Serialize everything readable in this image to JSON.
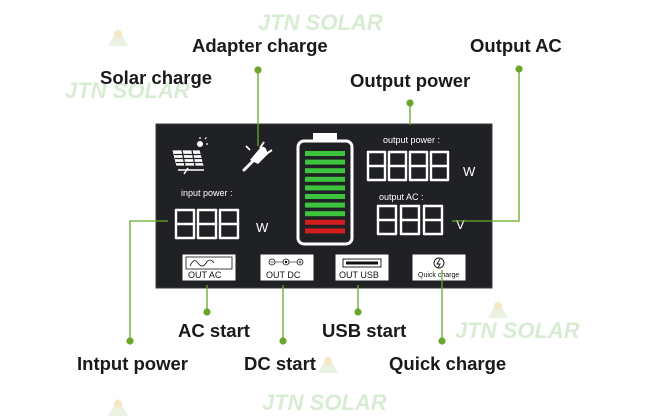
{
  "watermark": {
    "brand": "JTN SOLAR"
  },
  "labels": {
    "solar_charge": "Solar charge",
    "adapter_charge": "Adapter charge",
    "output_power": "Output power",
    "output_ac": "Output AC",
    "ac_start": "AC start",
    "dc_start": "DC start",
    "usb_start": "USB start",
    "quick_charge": "Quick charge",
    "input_power": "Intput power"
  },
  "display": {
    "input_power_caption": "input power :",
    "input_power_digits": "888",
    "input_power_unit": "W",
    "output_power_caption": "output power :",
    "output_power_digits": "8888",
    "output_power_unit": "W",
    "output_ac_caption": "output AC :",
    "output_ac_digits": "888",
    "output_ac_unit": "V",
    "battery_bars_green": 8,
    "battery_bars_red": 2
  },
  "buttons": {
    "out_ac": "OUT AC",
    "out_dc": "OUT DC",
    "out_usb": "OUT USB",
    "quick_charge": "Quick charge"
  },
  "colors": {
    "panel": "#202124",
    "leader": "#6aa629",
    "battery_green": "#3ec33e",
    "battery_red": "#d21e1e"
  }
}
